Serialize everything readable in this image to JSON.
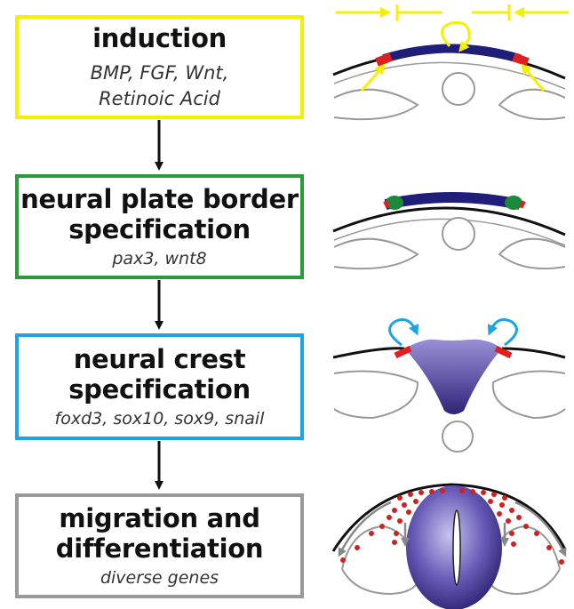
{
  "steps": [
    {
      "title": "induction",
      "subtitle": "BMP, FGF, Wnt,\nRetinoic Acid",
      "color": "#f4f000"
    },
    {
      "title": "neural plate border\nspecification",
      "subtitle": "pax3, wnt8",
      "color": "#2a9a3a"
    },
    {
      "title": "neural crest\nspecification",
      "subtitle": "foxd3, sox10, sox9, snail",
      "color": "#1fa3e2"
    },
    {
      "title": "migration and\ndifferentiation",
      "subtitle": "diverse genes",
      "color": "#999999"
    }
  ],
  "colors": {
    "neural_plate": "#1f1f7a",
    "neural_tube": "#4f3f9a",
    "border_cells": "#e02020",
    "border_specified": "#1a8a3a",
    "induction_arrows": "#f4f000",
    "crest_feedback": "#1fa3e2",
    "migrating_cells": "#cc2222",
    "migration_arrows": "#888888"
  }
}
